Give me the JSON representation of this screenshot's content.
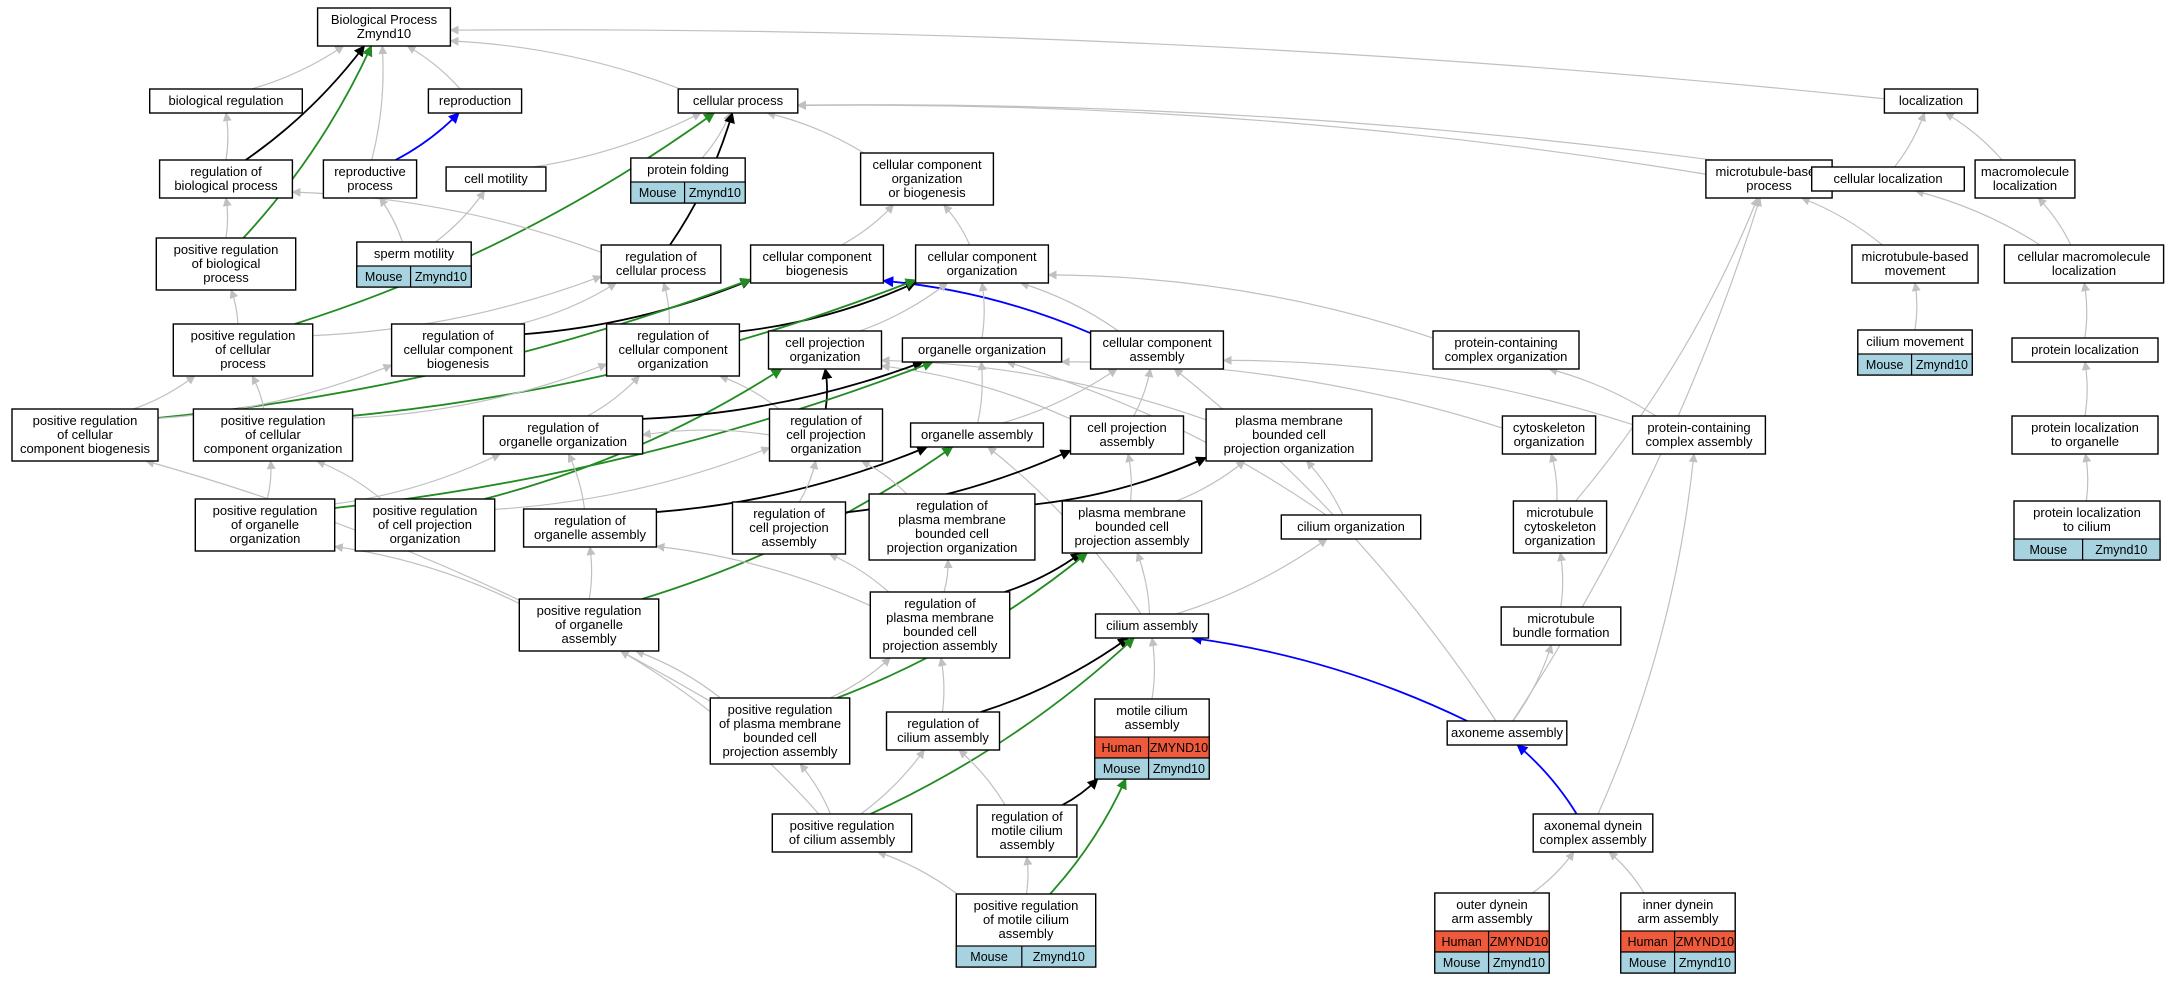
{
  "colors": {
    "edge_default": "#c0c0c0",
    "edge_positive": "#228b22",
    "edge_part_of": "#0000ff",
    "edge_regulates": "#000000",
    "human": "#f05a3c",
    "mouse": "#a7d3e1"
  },
  "nodes": {
    "bp": [
      "Biological Process",
      "Zmynd10"
    ],
    "bioreg": [
      "biological regulation"
    ],
    "reproduction": [
      "reproduction"
    ],
    "cellproc": [
      "cellular process"
    ],
    "localization": [
      "localization"
    ],
    "regbio": [
      "regulation of",
      "biological process"
    ],
    "reproproc": [
      "reproductive",
      "process"
    ],
    "cellmot": [
      "cell motility"
    ],
    "protfold": [
      "protein folding"
    ],
    "ccob": [
      "cellular component",
      "organization",
      "or biogenesis"
    ],
    "mtproc": [
      "microtubule-based",
      "process"
    ],
    "cellloc": [
      "cellular localization"
    ],
    "macroloc": [
      "macromolecule",
      "localization"
    ],
    "posregbio": [
      "positive regulation",
      "of biological",
      "process"
    ],
    "spermmot": [
      "sperm motility"
    ],
    "regcell": [
      "regulation of",
      "cellular process"
    ],
    "ccbio": [
      "cellular component",
      "biogenesis"
    ],
    "ccorg": [
      "cellular component",
      "organization"
    ],
    "mtmove": [
      "microtubule-based",
      "movement"
    ],
    "cmacroloc": [
      "cellular macromolecule",
      "localization"
    ],
    "posregcell": [
      "positive regulation",
      "of cellular",
      "process"
    ],
    "regccbio": [
      "regulation of",
      "cellular component",
      "biogenesis"
    ],
    "regccorg": [
      "regulation of",
      "cellular component",
      "organization"
    ],
    "cprojorg": [
      "cell projection",
      "organization"
    ],
    "orgorg": [
      "organelle organization"
    ],
    "ccasm": [
      "cellular component",
      "assembly"
    ],
    "pcorg": [
      "protein-containing",
      "complex organization"
    ],
    "ciliummove": [
      "cilium movement"
    ],
    "protloc": [
      "protein localization"
    ],
    "posregccbio": [
      "positive regulation",
      "of cellular",
      "component biogenesis"
    ],
    "posregccorg": [
      "positive regulation",
      "of cellular",
      "component organization"
    ],
    "regorgorg": [
      "regulation of",
      "organelle organization"
    ],
    "regcprojorg": [
      "regulation of",
      "cell projection",
      "organization"
    ],
    "orgasm": [
      "organelle assembly"
    ],
    "cprojasm": [
      "cell projection",
      "assembly"
    ],
    "pmbcpo": [
      "plasma membrane",
      "bounded cell",
      "projection organization"
    ],
    "cytoorg": [
      "cytoskeleton",
      "organization"
    ],
    "pcasm": [
      "protein-containing",
      "complex assembly"
    ],
    "protloc2org": [
      "protein localization",
      "to organelle"
    ],
    "posregorgorg": [
      "positive regulation",
      "of organelle",
      "organization"
    ],
    "posregcprojorg": [
      "positive regulation",
      "of cell projection",
      "organization"
    ],
    "regorgasm": [
      "regulation of",
      "organelle assembly"
    ],
    "regcprojasm": [
      "regulation of",
      "cell projection",
      "assembly"
    ],
    "regpmbcpo": [
      "regulation of",
      "plasma membrane",
      "bounded cell",
      "projection organization"
    ],
    "pmbcpa": [
      "plasma membrane",
      "bounded cell",
      "projection assembly"
    ],
    "ciliumorg": [
      "cilium organization"
    ],
    "mtcyto": [
      "microtubule",
      "cytoskeleton",
      "organization"
    ],
    "protloc2cil": [
      "protein localization",
      "to cilium"
    ],
    "posregorgasm": [
      "positive regulation",
      "of organelle",
      "assembly"
    ],
    "regpmbcpa": [
      "regulation of",
      "plasma membrane",
      "bounded cell",
      "projection assembly"
    ],
    "ciliumasm": [
      "cilium assembly"
    ],
    "mtbundle": [
      "microtubule",
      "bundle formation"
    ],
    "posregpmbcpa": [
      "positive regulation",
      "of plasma membrane",
      "bounded cell",
      "projection assembly"
    ],
    "regcilasm": [
      "regulation of",
      "cilium assembly"
    ],
    "motcilasm": [
      "motile cilium",
      "assembly"
    ],
    "axasm": [
      "axoneme assembly"
    ],
    "posregcilasm": [
      "positive regulation",
      "of cilium assembly"
    ],
    "regmotcil": [
      "regulation of",
      "motile cilium",
      "assembly"
    ],
    "axdynein": [
      "axonemal dynein",
      "complex assembly"
    ],
    "posregmotcil": [
      "positive regulation",
      "of motile cilium",
      "assembly"
    ],
    "outerdynein": [
      "outer dynein",
      "arm assembly"
    ],
    "innerdynein": [
      "inner dynein",
      "arm assembly"
    ]
  },
  "annotations": {
    "protfold": [
      [
        "Mouse",
        "Zmynd10"
      ]
    ],
    "spermmot": [
      [
        "Mouse",
        "Zmynd10"
      ]
    ],
    "ciliummove": [
      [
        "Mouse",
        "Zmynd10"
      ]
    ],
    "protloc2cil": [
      [
        "Mouse",
        "Zmynd10"
      ]
    ],
    "motcilasm": [
      [
        "Human",
        "ZMYND10"
      ],
      [
        "Mouse",
        "Zmynd10"
      ]
    ],
    "posregmotcil": [
      [
        "Mouse",
        "Zmynd10"
      ]
    ],
    "outerdynein": [
      [
        "Human",
        "ZMYND10"
      ],
      [
        "Mouse",
        "Zmynd10"
      ]
    ],
    "innerdynein": [
      [
        "Human",
        "ZMYND10"
      ],
      [
        "Mouse",
        "Zmynd10"
      ]
    ]
  },
  "edges": [
    [
      "bioreg",
      "bp",
      "gray"
    ],
    [
      "reproduction",
      "bp",
      "gray"
    ],
    [
      "reproproc",
      "bp",
      "gray"
    ],
    [
      "cellproc",
      "bp",
      "gray"
    ],
    [
      "localization",
      "bp",
      "gray"
    ],
    [
      "regbio",
      "bp",
      "black"
    ],
    [
      "posregbio",
      "bp",
      "green"
    ],
    [
      "regbio",
      "bioreg",
      "gray"
    ],
    [
      "reproproc",
      "reproduction",
      "blue"
    ],
    [
      "cellmot",
      "cellproc",
      "gray"
    ],
    [
      "protfold",
      "cellproc",
      "gray"
    ],
    [
      "ccob",
      "cellproc",
      "gray"
    ],
    [
      "mtproc",
      "cellproc",
      "gray"
    ],
    [
      "cellloc",
      "cellproc",
      "gray"
    ],
    [
      "regcell",
      "cellproc",
      "black"
    ],
    [
      "posregcell",
      "cellproc",
      "green"
    ],
    [
      "cellloc",
      "localization",
      "gray"
    ],
    [
      "macroloc",
      "localization",
      "gray"
    ],
    [
      "posregbio",
      "regbio",
      "gray"
    ],
    [
      "regcell",
      "regbio",
      "gray"
    ],
    [
      "spermmot",
      "reproproc",
      "gray"
    ],
    [
      "spermmot",
      "cellmot",
      "gray"
    ],
    [
      "ccbio",
      "ccob",
      "gray"
    ],
    [
      "ccorg",
      "ccob",
      "gray"
    ],
    [
      "mtmove",
      "mtproc",
      "gray"
    ],
    [
      "axasm",
      "mtproc",
      "gray"
    ],
    [
      "mtcyto",
      "mtproc",
      "gray"
    ],
    [
      "cmacroloc",
      "cellloc",
      "gray"
    ],
    [
      "cmacroloc",
      "macroloc",
      "gray"
    ],
    [
      "posregcell",
      "posregbio",
      "gray"
    ],
    [
      "posregcell",
      "regcell",
      "gray"
    ],
    [
      "regccbio",
      "regcell",
      "gray"
    ],
    [
      "regccorg",
      "regcell",
      "gray"
    ],
    [
      "regccbio",
      "ccbio",
      "black"
    ],
    [
      "posregccbio",
      "ccbio",
      "green"
    ],
    [
      "ccasm",
      "ccbio",
      "blue"
    ],
    [
      "ccasm",
      "ccorg",
      "gray"
    ],
    [
      "orgorg",
      "ccorg",
      "gray"
    ],
    [
      "cprojorg",
      "ccorg",
      "gray"
    ],
    [
      "pcorg",
      "ccorg",
      "gray"
    ],
    [
      "regccorg",
      "ccorg",
      "black"
    ],
    [
      "posregccorg",
      "ccorg",
      "green"
    ],
    [
      "ciliummove",
      "mtmove",
      "gray"
    ],
    [
      "protloc",
      "cmacroloc",
      "gray"
    ],
    [
      "posregccbio",
      "posregcell",
      "gray"
    ],
    [
      "posregccorg",
      "posregcell",
      "gray"
    ],
    [
      "posregccbio",
      "regccbio",
      "gray"
    ],
    [
      "regorgorg",
      "regccorg",
      "gray"
    ],
    [
      "regcprojorg",
      "regccorg",
      "gray"
    ],
    [
      "posregccorg",
      "regccorg",
      "gray"
    ],
    [
      "cprojasm",
      "cprojorg",
      "gray"
    ],
    [
      "pmbcpo",
      "cprojorg",
      "gray"
    ],
    [
      "regcprojorg",
      "cprojorg",
      "black"
    ],
    [
      "posregcprojorg",
      "cprojorg",
      "green"
    ],
    [
      "orgasm",
      "orgorg",
      "gray"
    ],
    [
      "ciliumorg",
      "orgorg",
      "gray"
    ],
    [
      "cytoorg",
      "orgorg",
      "gray"
    ],
    [
      "regorgorg",
      "orgorg",
      "black"
    ],
    [
      "posregorgorg",
      "orgorg",
      "green"
    ],
    [
      "orgasm",
      "ccasm",
      "gray"
    ],
    [
      "cprojasm",
      "ccasm",
      "gray"
    ],
    [
      "pcasm",
      "ccasm",
      "gray"
    ],
    [
      "axasm",
      "ccasm",
      "gray"
    ],
    [
      "pcasm",
      "pcorg",
      "gray"
    ],
    [
      "protloc2org",
      "protloc",
      "gray"
    ],
    [
      "posregorgorg",
      "posregccorg",
      "gray"
    ],
    [
      "posregcprojorg",
      "posregccorg",
      "gray"
    ],
    [
      "posregorgorg",
      "regorgorg",
      "gray"
    ],
    [
      "regorgasm",
      "regorgorg",
      "gray"
    ],
    [
      "regcprojorg",
      "regorgorg",
      "gray"
    ],
    [
      "regorgasm",
      "orgasm",
      "black"
    ],
    [
      "posregorgasm",
      "orgasm",
      "green"
    ],
    [
      "ciliumasm",
      "orgasm",
      "gray"
    ],
    [
      "regcprojasm",
      "cprojasm",
      "black"
    ],
    [
      "regpmbcpo",
      "pmbcpo",
      "black"
    ],
    [
      "pmbcpa",
      "cprojasm",
      "gray"
    ],
    [
      "ciliumorg",
      "pmbcpo",
      "gray"
    ],
    [
      "pmbcpa",
      "pmbcpo",
      "gray"
    ],
    [
      "mtcyto",
      "cytoorg",
      "gray"
    ],
    [
      "axdynein",
      "pcasm",
      "gray"
    ],
    [
      "protloc2cil",
      "protloc2org",
      "gray"
    ],
    [
      "posregorgasm",
      "posregorgorg",
      "gray"
    ],
    [
      "posregcprojorg",
      "regcprojorg",
      "gray"
    ],
    [
      "regcprojasm",
      "regcprojorg",
      "gray"
    ],
    [
      "regpmbcpo",
      "regcprojorg",
      "gray"
    ],
    [
      "posregorgasm",
      "regorgasm",
      "gray"
    ],
    [
      "regpmbcpa",
      "regorgasm",
      "gray"
    ],
    [
      "regpmbcpa",
      "regcprojasm",
      "gray"
    ],
    [
      "regpmbcpa",
      "regpmbcpo",
      "gray"
    ],
    [
      "regpmbcpa",
      "pmbcpa",
      "black"
    ],
    [
      "posregpmbcpa",
      "pmbcpa",
      "green"
    ],
    [
      "ciliumasm",
      "ciliumorg",
      "gray"
    ],
    [
      "ciliumasm",
      "pmbcpa",
      "gray"
    ],
    [
      "mtbundle",
      "mtcyto",
      "gray"
    ],
    [
      "posregpmbcpa",
      "posregorgasm",
      "gray"
    ],
    [
      "posregpmbcpa",
      "regpmbcpa",
      "gray"
    ],
    [
      "posregpmbcpa",
      "posregccbio",
      "gray"
    ],
    [
      "posregcilasm",
      "posregpmbcpa",
      "gray"
    ],
    [
      "regcilasm",
      "regpmbcpa",
      "gray"
    ],
    [
      "regcilasm",
      "ciliumasm",
      "black"
    ],
    [
      "posregcilasm",
      "ciliumasm",
      "green"
    ],
    [
      "motcilasm",
      "ciliumasm",
      "gray"
    ],
    [
      "axasm",
      "ciliumasm",
      "blue"
    ],
    [
      "axasm",
      "mtbundle",
      "gray"
    ],
    [
      "posregcilasm",
      "regcilasm",
      "gray"
    ],
    [
      "regmotcil",
      "regcilasm",
      "gray"
    ],
    [
      "regmotcil",
      "motcilasm",
      "black"
    ],
    [
      "posregmotcil",
      "motcilasm",
      "green"
    ],
    [
      "axdynein",
      "axasm",
      "blue"
    ],
    [
      "posregmotcil",
      "regmotcil",
      "gray"
    ],
    [
      "posregmotcil",
      "posregcilasm",
      "gray"
    ],
    [
      "posregcilasm",
      "posregorgasm",
      "gray"
    ],
    [
      "outerdynein",
      "axdynein",
      "gray"
    ],
    [
      "innerdynein",
      "axdynein",
      "gray"
    ]
  ]
}
